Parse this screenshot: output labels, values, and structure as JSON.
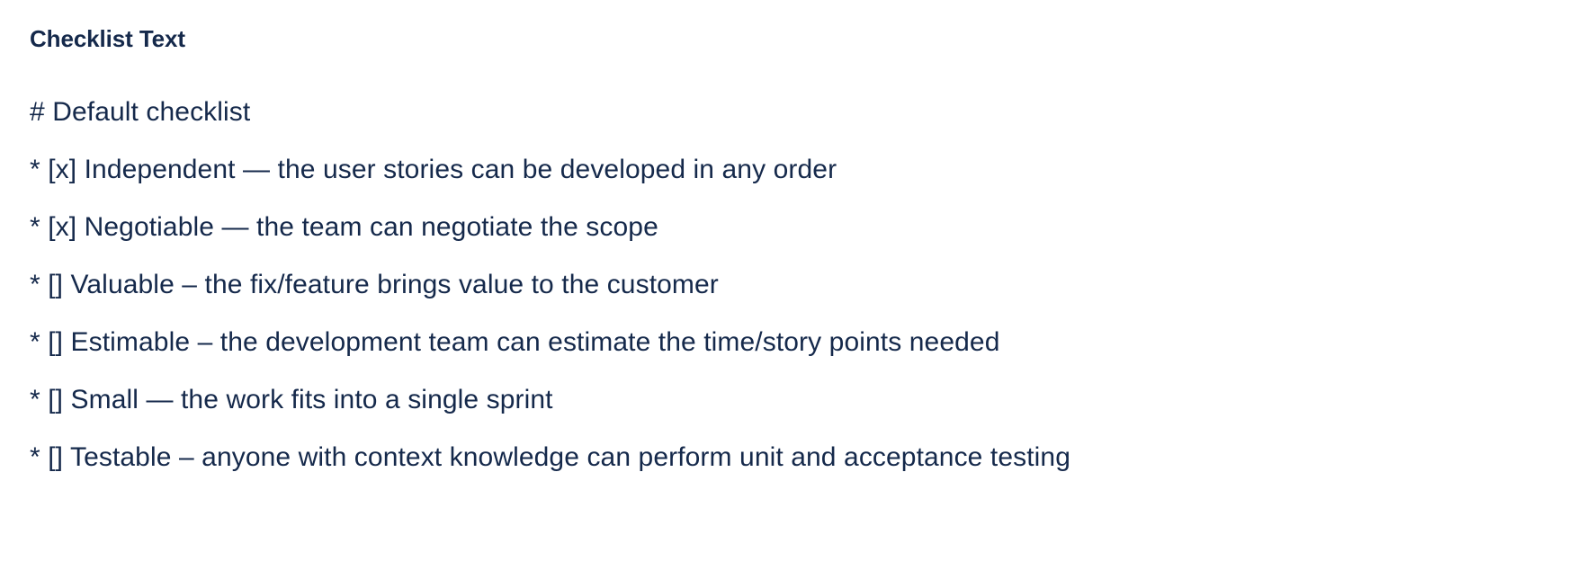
{
  "panel": {
    "title": "Checklist Text",
    "title_color": "#15294B",
    "background_color": "#FFFFFF",
    "text_color": "#15294B"
  },
  "checklist": {
    "lines": [
      {
        "id": "markdown-heading",
        "text": "# Default checklist",
        "marker": "#",
        "checked": null,
        "label": "Default checklist",
        "dash": ""
      },
      {
        "id": "independent",
        "text": "* [x] Independent — the user stories can be developed in any order",
        "marker": "*",
        "checked": true,
        "label": "Independent",
        "dash": "—",
        "description": "the user stories can be developed in any order"
      },
      {
        "id": "negotiable",
        "text": "* [x] Negotiable — the team can negotiate the scope",
        "marker": "*",
        "checked": true,
        "label": "Negotiable",
        "dash": "—",
        "description": "the team can negotiate the scope"
      },
      {
        "id": "valuable",
        "text": "* [] Valuable – the fix/feature brings value to the customer",
        "marker": "*",
        "checked": false,
        "label": "Valuable",
        "dash": "–",
        "description": "the fix/feature brings value to the customer"
      },
      {
        "id": "estimable",
        "text": "* [] Estimable – the development team can estimate the time/story points needed",
        "marker": "*",
        "checked": false,
        "label": "Estimable",
        "dash": "–",
        "description": "the development team can estimate the time/story points needed"
      },
      {
        "id": "small",
        "text": "* [] Small — the work fits into a single sprint",
        "marker": "*",
        "checked": false,
        "label": "Small",
        "dash": "—",
        "description": "the work fits into a single sprint"
      },
      {
        "id": "testable",
        "text": "* [] Testable – anyone with context knowledge can perform unit and acceptance testing",
        "marker": "*",
        "checked": false,
        "label": "Testable",
        "dash": "–",
        "description": "anyone with context knowledge can perform unit and acceptance testing"
      }
    ]
  }
}
